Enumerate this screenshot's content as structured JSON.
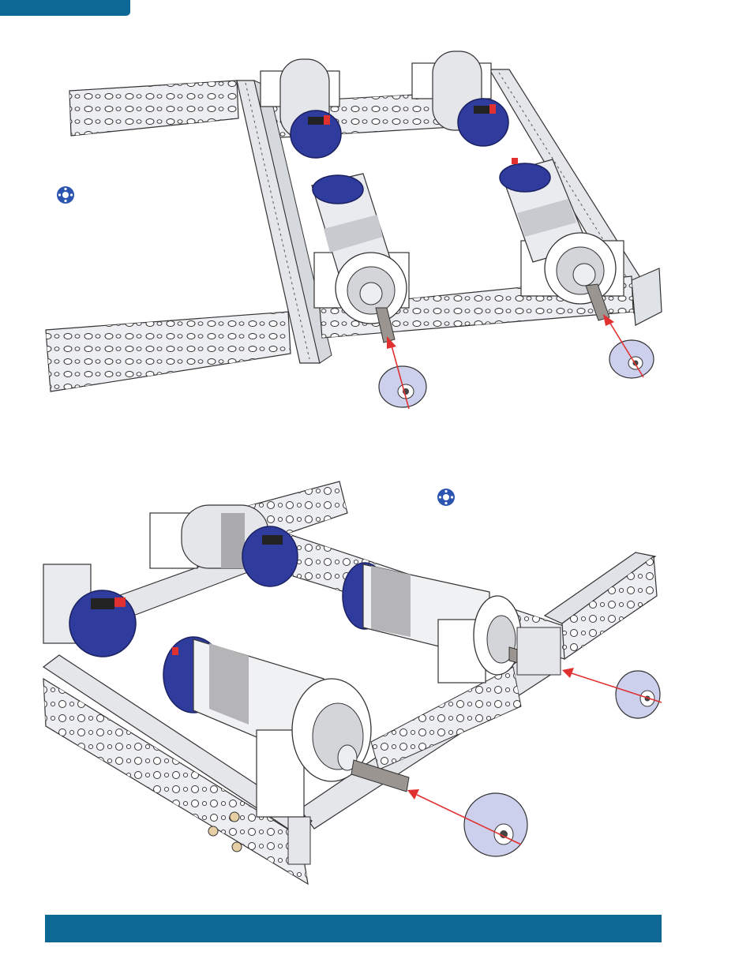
{
  "page": {
    "colors": {
      "brand_blue": "#0d6896",
      "motor_blue": "#2f3c9e",
      "rail_gray": "#e9ebee",
      "hub_lavender": "#cdd0ec",
      "arrow_red": "#e03030"
    },
    "icons": {
      "step_marker": "gear-target-icon"
    },
    "figures": [
      {
        "id": "figure-top",
        "depicts": "motor-assembly-hubs-front-view"
      },
      {
        "id": "figure-bottom",
        "depicts": "motor-assembly-hubs-side-view"
      }
    ]
  }
}
